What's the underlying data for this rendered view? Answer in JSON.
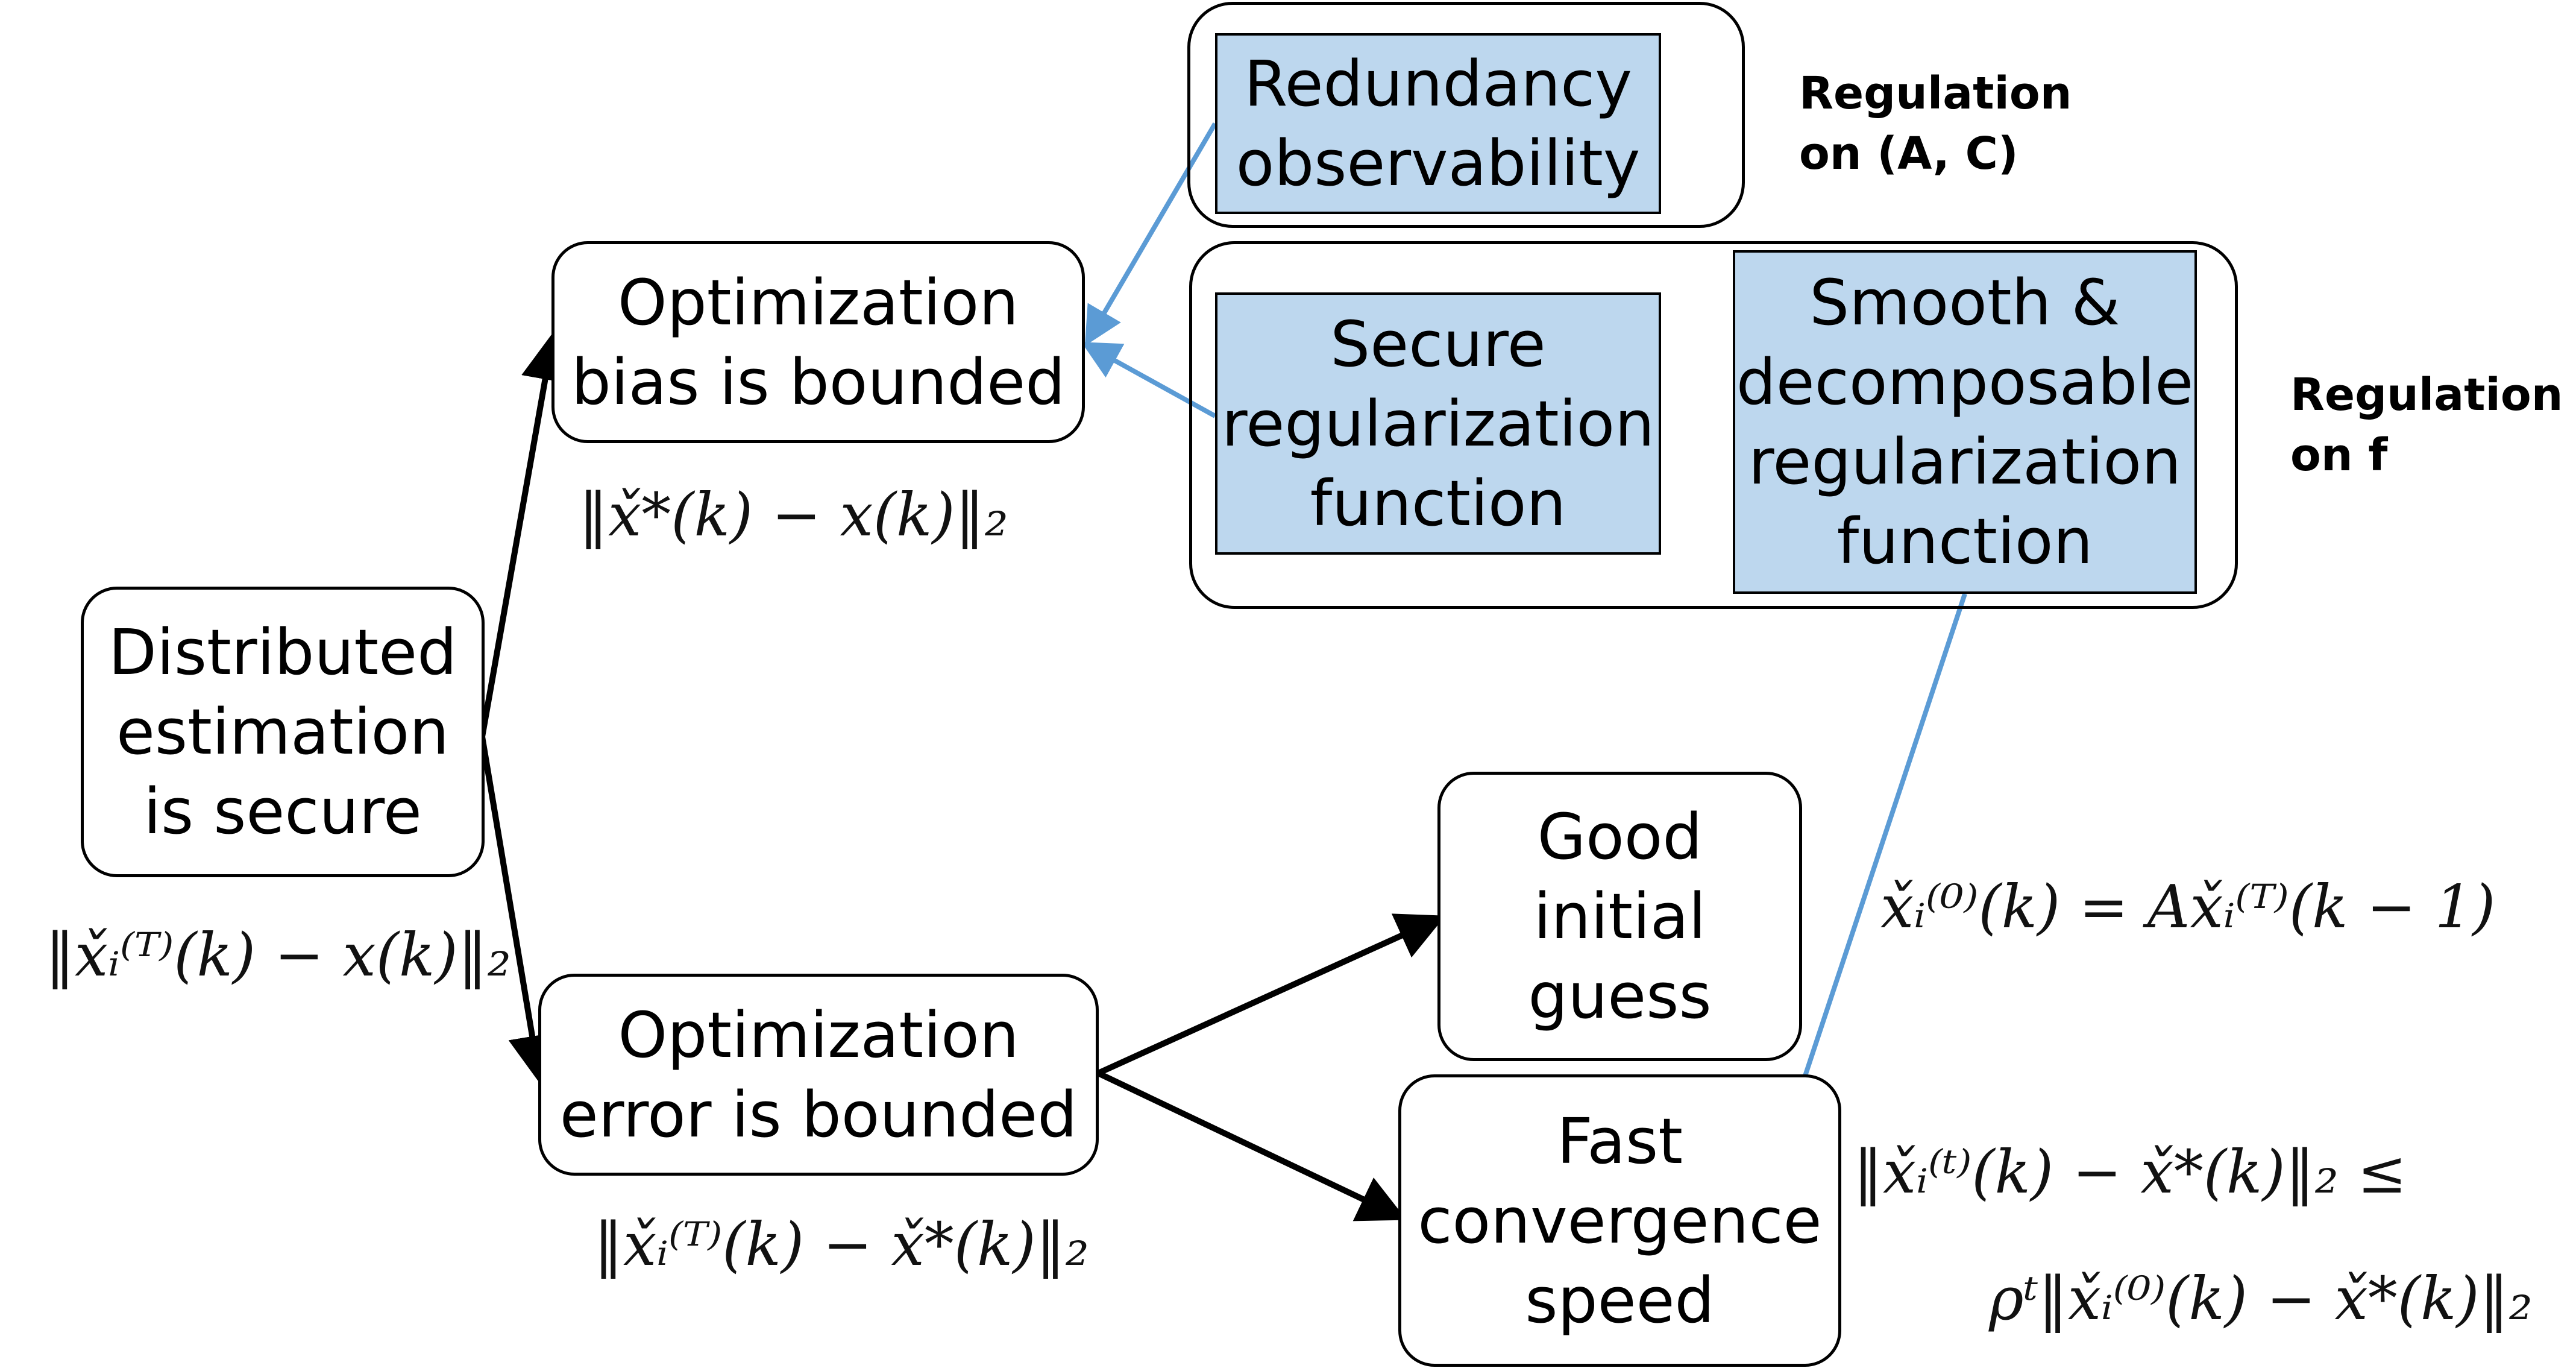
{
  "nodes": {
    "distributed": "Distributed\nestimation\nis secure",
    "bias": "Optimization\nbias is bounded",
    "error": "Optimization\nerror is bounded",
    "redundancy": "Redundancy\nobservability",
    "secure_reg": "Secure\nregularization\nfunction",
    "smooth_reg": "Smooth &\ndecomposable\nregularization\nfunction",
    "initial": "Good\ninitial\nguess",
    "fast": "Fast\nconvergence\nspeed"
  },
  "regulations": {
    "ac": "Regulation\non (A, C)",
    "f": "Regulation\non f"
  },
  "formulas": {
    "distributed": "‖x̌ᵢ⁽ᵀ⁾(k) − x(k)‖₂",
    "bias": "‖x̌*(k) − x(k)‖₂",
    "error": "‖x̌ᵢ⁽ᵀ⁾(k) − x̌*(k)‖₂",
    "initial": "x̌ᵢ⁽⁰⁾(k) = Ax̌ᵢ⁽ᵀ⁾(k − 1)",
    "convergence_1": "‖x̌ᵢ⁽ᵗ⁾(k) − x̌*(k)‖₂ ≤",
    "convergence_2": "ρᵗ‖x̌ᵢ⁽⁰⁾(k) − x̌*(k)‖₂"
  },
  "colors": {
    "blue_fill": "#bdd7ee",
    "blue_arrow": "#5b9bd5",
    "black_arrow": "#000000"
  }
}
